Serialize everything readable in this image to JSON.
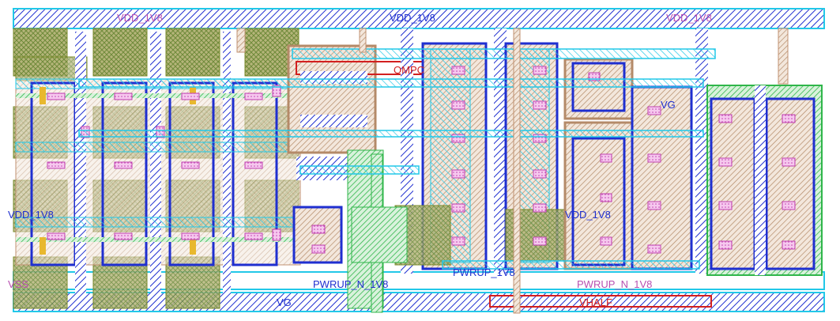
{
  "labels": {
    "vdd_1v8_left": "VDD_1V8",
    "vdd_1v8_center": "VDD_1V8",
    "vdd_1v8_right": "VDD_1V8",
    "ompc": "OMPC",
    "vg_top": "VG",
    "vg_bottom": "VG",
    "vdd_left_mid": "VDD_1V8",
    "vdd_right_mid": "VDD_1V8",
    "pwrup_left": "PWRUP_N_1V8",
    "pwrup_center": "PWRUP_1V8",
    "pwrup_right": "PWRUP_N_1V8",
    "vhalf": "VHALF",
    "vss_left": "VSS"
  },
  "colors": {
    "metal1_blue": "#1f2fd0",
    "metal2_cyan": "#22c8e8",
    "poly_red": "#d21f1f",
    "diff_green": "#2fb64a",
    "via_pink": "#e070d8",
    "nwell_brown": "#c09070",
    "pad_olive": "#8a8a3a"
  }
}
